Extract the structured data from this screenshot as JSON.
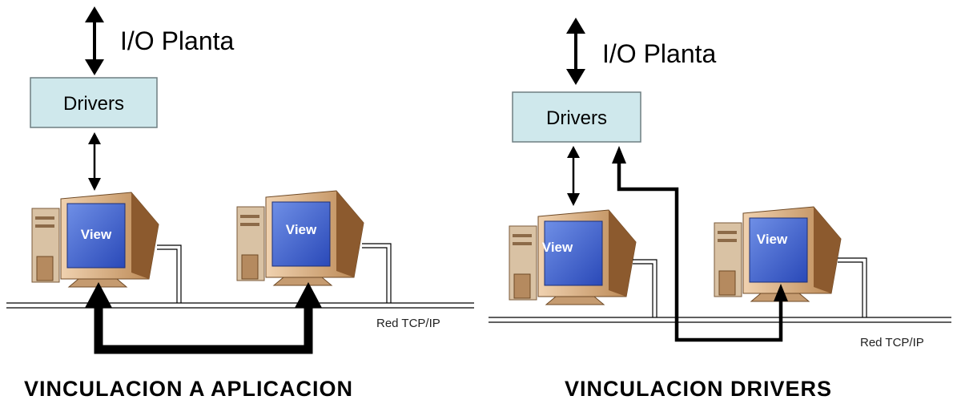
{
  "left_panel": {
    "io_label": "I/O Planta",
    "drivers_label": "Drivers",
    "computer1_label": "View",
    "computer2_label": "View",
    "network_label": "Red TCP/IP",
    "caption": "VINCULACION A APLICACION"
  },
  "right_panel": {
    "io_label": "I/O Planta",
    "drivers_label": "Drivers",
    "computer1_label": "View",
    "computer2_label": "View",
    "network_label": "Red TCP/IP",
    "caption": "VINCULACION DRIVERS"
  },
  "colors": {
    "drivers_box": "#cfe8ec",
    "monitor_body": "#d9b48f",
    "monitor_shadow": "#8c5a2e",
    "screen": "#3a5ecf",
    "line": "#000000"
  }
}
